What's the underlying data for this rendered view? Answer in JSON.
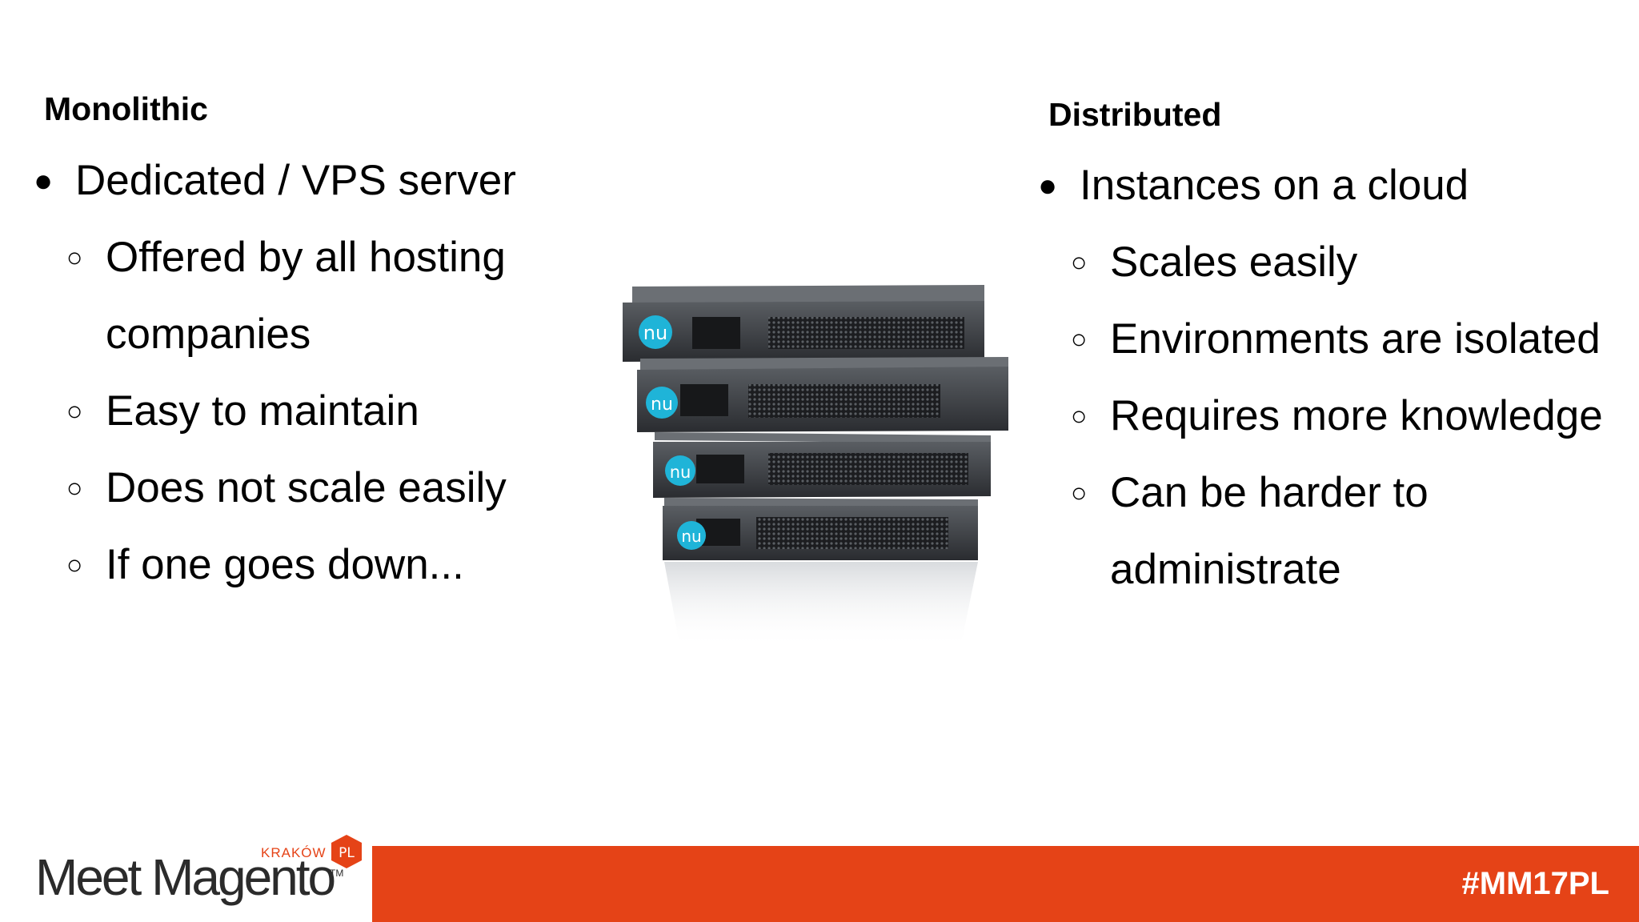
{
  "left": {
    "heading": "Monolithic",
    "items": [
      {
        "level": 1,
        "text": "Dedicated / VPS server"
      },
      {
        "level": 2,
        "text": "Offered by all hosting companies"
      },
      {
        "level": 2,
        "text": "Easy to maintain"
      },
      {
        "level": 2,
        "text": "Does not scale easily"
      },
      {
        "level": 2,
        "text": "If one goes down..."
      }
    ]
  },
  "right": {
    "heading": "Distributed",
    "items": [
      {
        "level": 1,
        "text": "Instances on a cloud"
      },
      {
        "level": 2,
        "text": "Scales easily"
      },
      {
        "level": 2,
        "text": "Environments are isolated"
      },
      {
        "level": 2,
        "text": "Requires more knowledge"
      },
      {
        "level": 2,
        "text": "Can be harder to administrate"
      }
    ]
  },
  "bullets": {
    "level1": "●",
    "level2": "○"
  },
  "image": {
    "server_logo": "nu"
  },
  "footer": {
    "logo_text": "Meet Magento",
    "logo_tm": "TM",
    "logo_city": "KRAKÓW",
    "logo_badge": "PL",
    "hashtag": "#MM17PL",
    "accent_color": "#e54317"
  }
}
